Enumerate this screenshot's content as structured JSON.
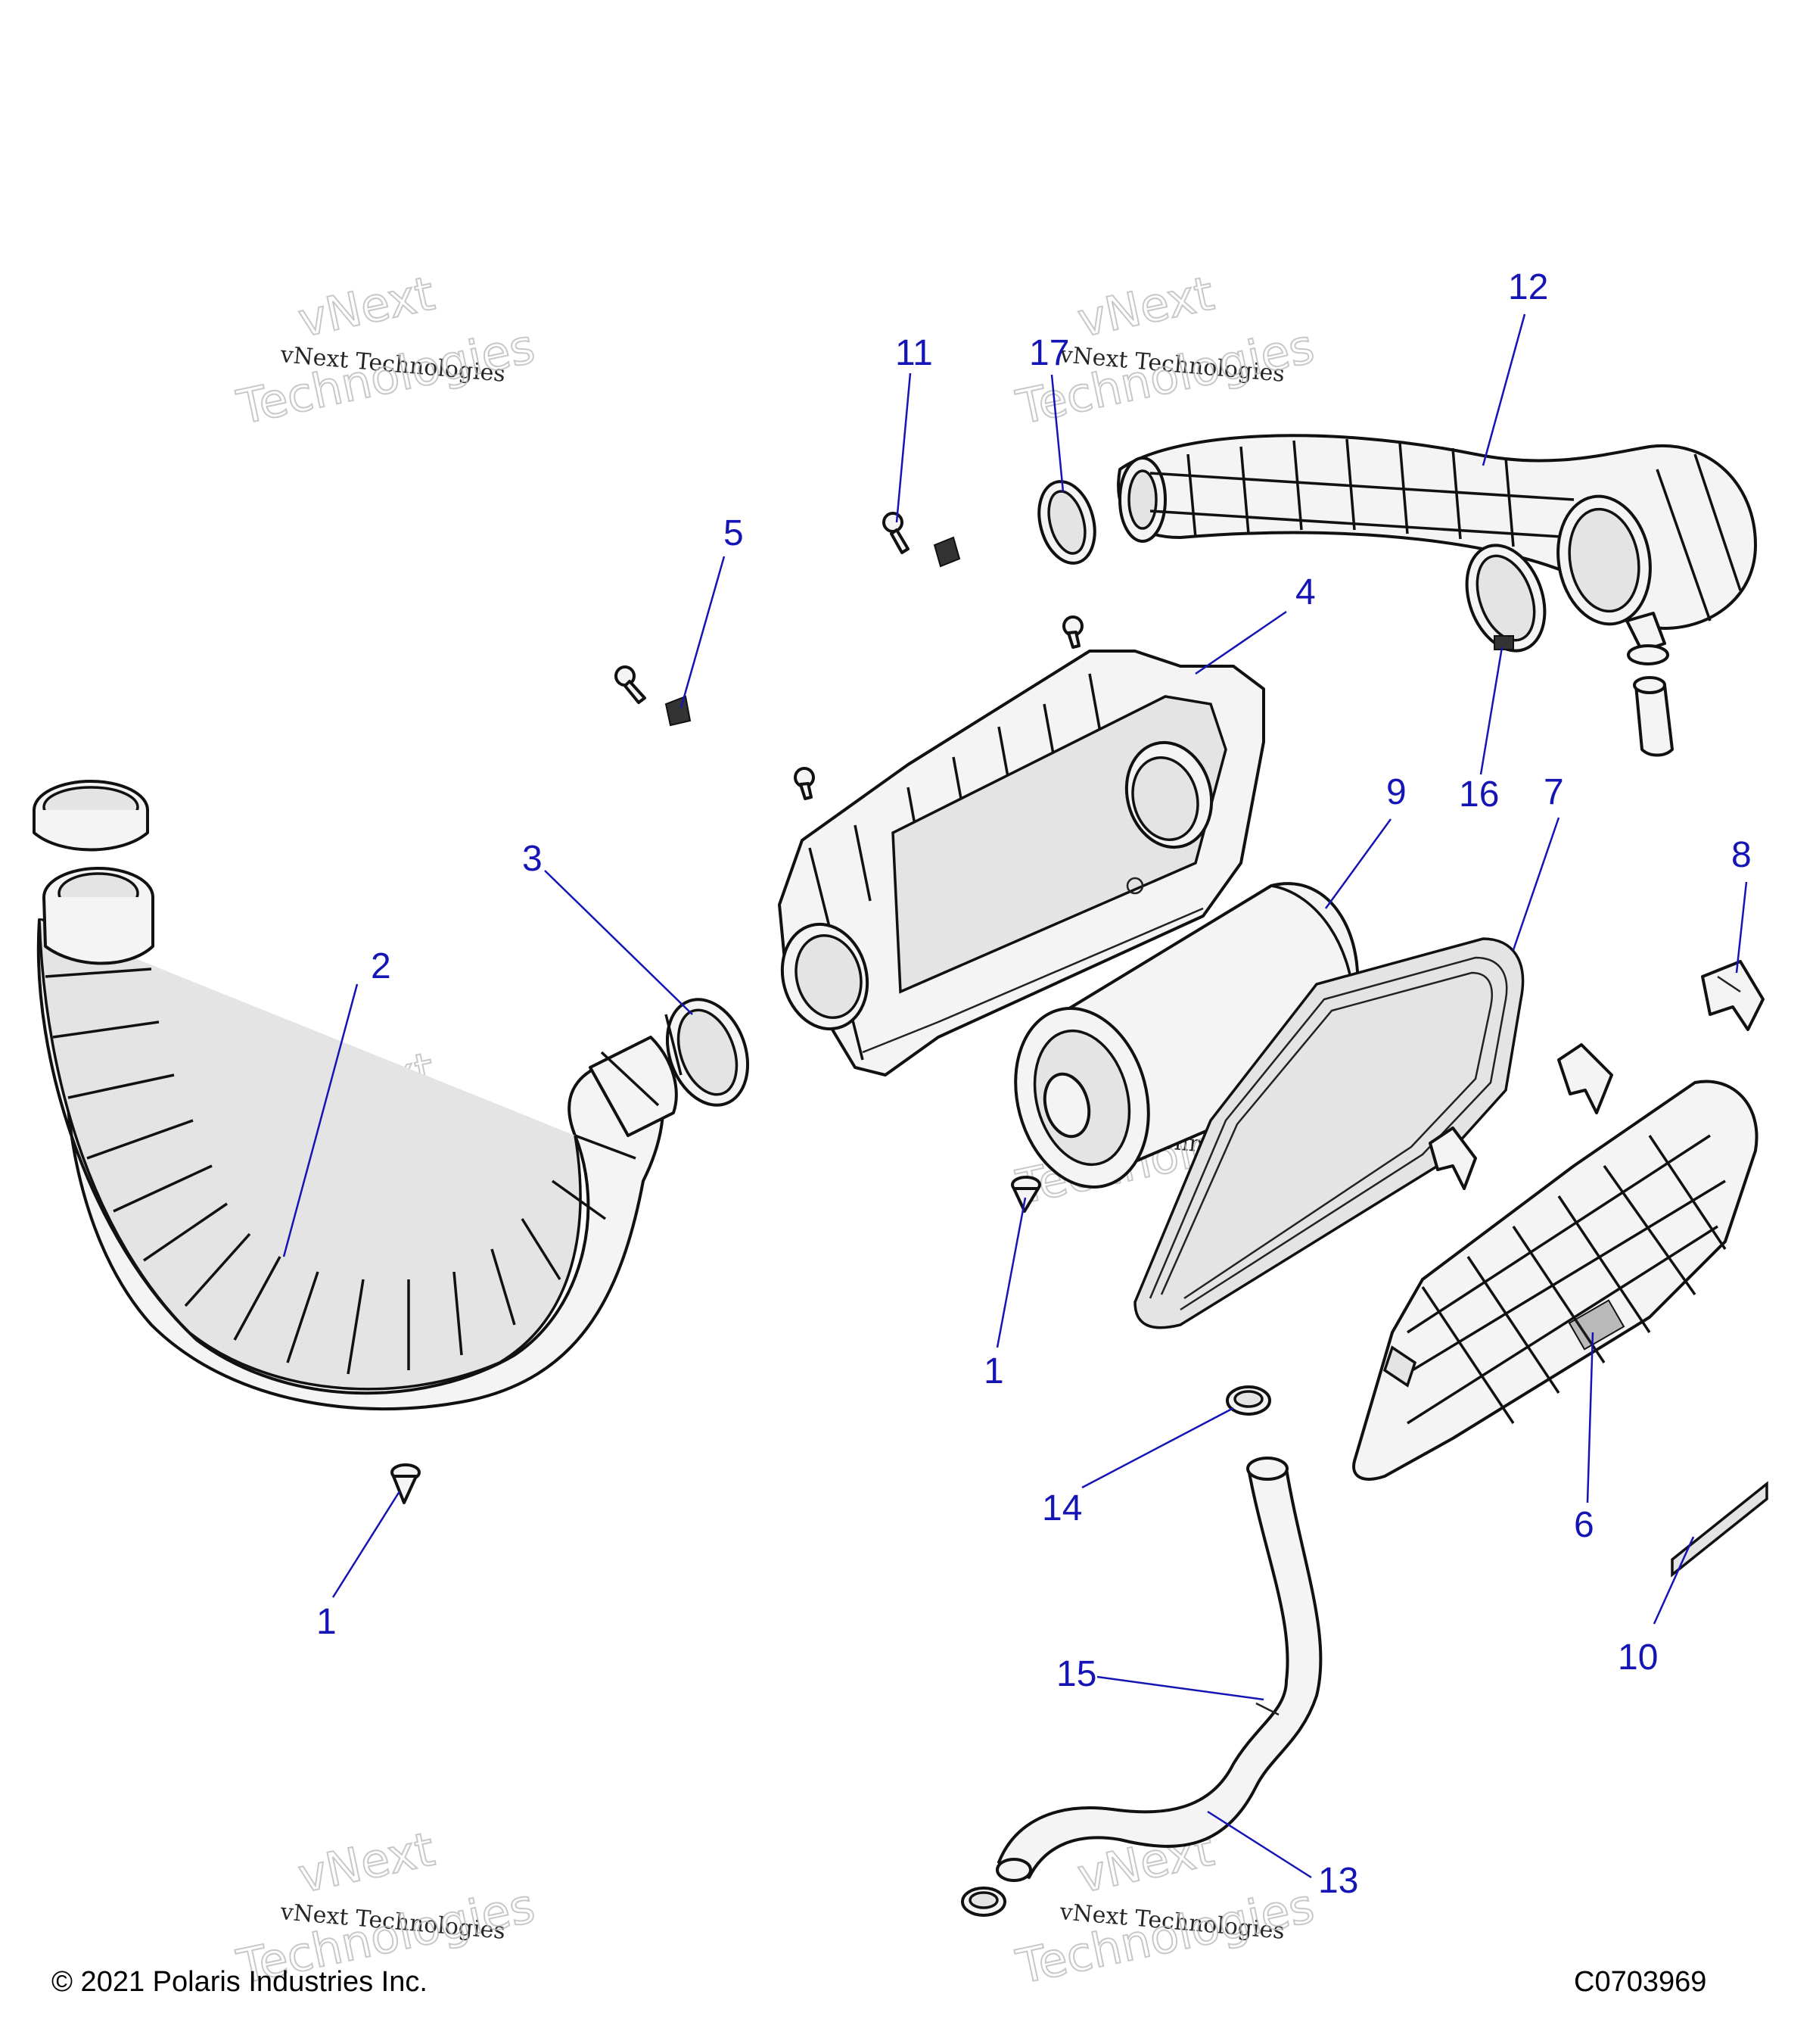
{
  "callouts": [
    {
      "id": "1",
      "label": "1"
    },
    {
      "id": "1b",
      "label": "1"
    },
    {
      "id": "2",
      "label": "2"
    },
    {
      "id": "3",
      "label": "3"
    },
    {
      "id": "4",
      "label": "4"
    },
    {
      "id": "5",
      "label": "5"
    },
    {
      "id": "6",
      "label": "6"
    },
    {
      "id": "7",
      "label": "7"
    },
    {
      "id": "8",
      "label": "8"
    },
    {
      "id": "9",
      "label": "9"
    },
    {
      "id": "10",
      "label": "10"
    },
    {
      "id": "11",
      "label": "11"
    },
    {
      "id": "12",
      "label": "12"
    },
    {
      "id": "13",
      "label": "13"
    },
    {
      "id": "14",
      "label": "14"
    },
    {
      "id": "15",
      "label": "15"
    },
    {
      "id": "16",
      "label": "16"
    },
    {
      "id": "17",
      "label": "17"
    }
  ],
  "watermark": {
    "line1": "vNext",
    "line2": "vNext Technologies",
    "line3": "Technologies"
  },
  "footer": {
    "copyright": "© 2021 Polaris Industries Inc.",
    "figure_id": "C0703969"
  },
  "colors": {
    "callout": "#1515b5",
    "line_art": "#111111",
    "background": "#ffffff"
  }
}
